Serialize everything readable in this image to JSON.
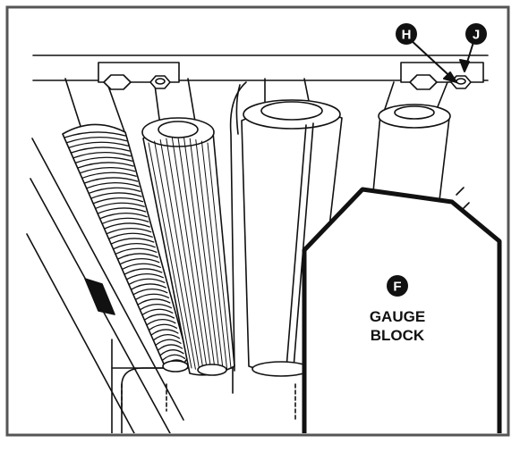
{
  "callouts": {
    "h": "H",
    "j": "J",
    "f": "F"
  },
  "gauge_block": {
    "line1": "GAUGE",
    "line2": "BLOCK"
  },
  "colors": {
    "ink": "#111111",
    "paper": "#ffffff",
    "frame": "#555555"
  }
}
